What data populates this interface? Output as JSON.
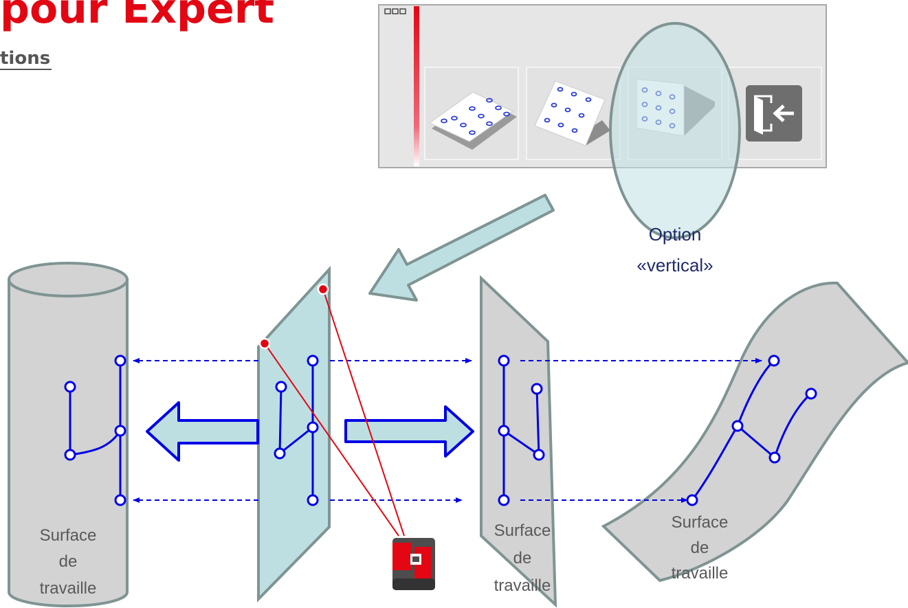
{
  "header": {
    "title": "pour Expert",
    "subtitle": "tions"
  },
  "toolbar": {
    "buttons": [
      {
        "icon": "horizontal-plane-icon"
      },
      {
        "icon": "tilted-plane-icon"
      },
      {
        "icon": "vertical-plane-icon"
      },
      {
        "icon": "exit-icon"
      }
    ]
  },
  "callout": {
    "line1": "Option",
    "line2": "«vertical»"
  },
  "surfaces": {
    "cylinder": [
      "Surface",
      "de",
      "travaille"
    ],
    "tilted": [
      "Surface",
      "de",
      "travaille"
    ],
    "curved": [
      "Surface",
      "de",
      "travaille"
    ]
  },
  "colors": {
    "accent": "#e30613",
    "network": "#0000e6",
    "plane": "#bddfe2",
    "surface": "#d3d3d3",
    "outline": "#7f9493",
    "label": "#1f2a6b"
  }
}
